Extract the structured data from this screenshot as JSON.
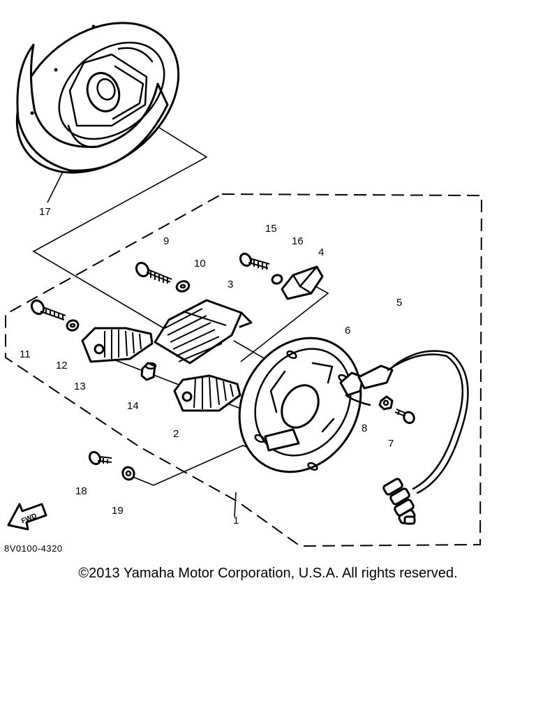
{
  "diagram": {
    "callouts": {
      "c1": "1",
      "c2": "2",
      "c3": "3",
      "c4": "4",
      "c5": "5",
      "c6": "6",
      "c7": "7",
      "c8": "8",
      "c9": "9",
      "c10": "10",
      "c11": "11",
      "c12": "12",
      "c13": "13",
      "c14": "14",
      "c15": "15",
      "c16": "16",
      "c17": "17",
      "c18": "18",
      "c19": "19"
    },
    "fwd_label": "FWD",
    "diagram_code": "8V0100-4320"
  },
  "copyright": "©2013 Yamaha Motor Corporation, U.S.A. All rights reserved."
}
